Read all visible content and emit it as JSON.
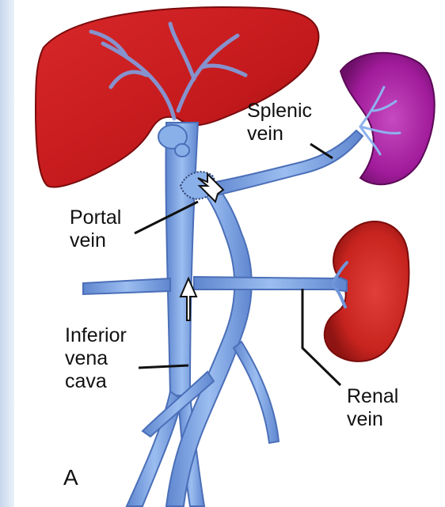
{
  "labels": {
    "splenic": [
      "Splenic",
      "vein"
    ],
    "portal": [
      "Portal",
      "vein"
    ],
    "ivc": [
      "Inferior",
      "vena",
      "cava"
    ],
    "renal": [
      "Renal",
      "vein"
    ],
    "panel_letter": "A"
  },
  "colors": {
    "liver": "#c3191c",
    "spleen": "#a01b9a",
    "kidney": "#c8241f",
    "vein": "#7ea8e6",
    "vein_dark": "#4b6fb8",
    "background_band": "#dbe6f4"
  },
  "icons": {
    "flow_arrow_portal": "arrow-up-left-icon",
    "flow_arrow_ivc": "arrow-up-icon"
  }
}
